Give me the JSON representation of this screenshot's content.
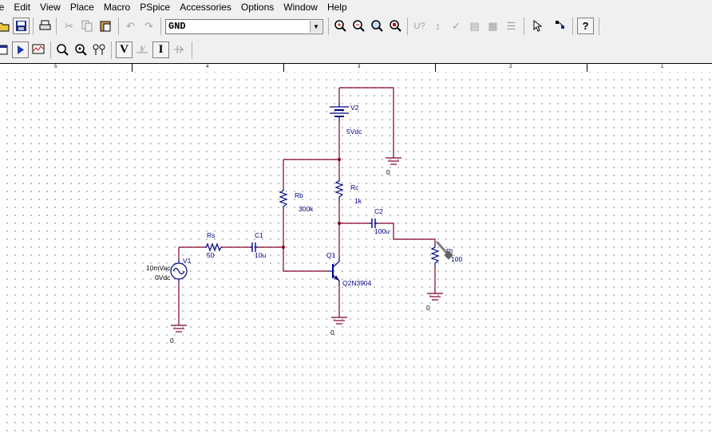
{
  "menu": [
    "le",
    "Edit",
    "View",
    "Place",
    "Macro",
    "PSpice",
    "Accessories",
    "Options",
    "Window",
    "Help"
  ],
  "toolbar": {
    "part_combo_value": "GND",
    "place_part_label": "U?",
    "voltage_marker_label": "V",
    "current_marker_label": "I",
    "help_label": "?"
  },
  "ruler": [
    "5",
    "4",
    "3",
    "2",
    "1"
  ],
  "schematic": {
    "v2": {
      "ref": "V2",
      "value": "5Vdc"
    },
    "rb": {
      "ref": "Rb",
      "value": "300k"
    },
    "rc": {
      "ref": "Rc",
      "value": "1k"
    },
    "rs": {
      "ref": "Rs",
      "value": "50"
    },
    "c1": {
      "ref": "C1",
      "value": "10u"
    },
    "c2": {
      "ref": "C2",
      "value": "100u"
    },
    "v1": {
      "ref": "V1",
      "ac": "10mVac",
      "dc": "0Vdc"
    },
    "q1": {
      "ref": "Q1",
      "model": "Q2N3904"
    },
    "rl": {
      "ref": "Rl",
      "value": "100"
    },
    "gnd_label": "0"
  },
  "colors": {
    "wire": "#800020",
    "part": "#000080",
    "label": "#000080",
    "ground": "#800020"
  }
}
